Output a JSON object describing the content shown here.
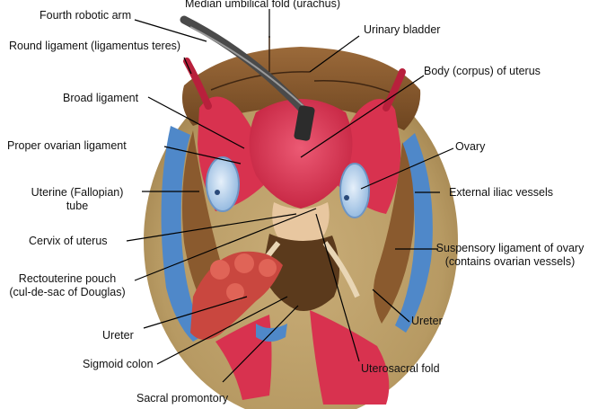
{
  "labels": {
    "median_umbilical_fold": "Median umbilical fold (urachus)",
    "fourth_robotic_arm": "Fourth robotic arm",
    "urinary_bladder": "Urinary bladder",
    "round_ligament": "Round ligament (ligamentus teres)",
    "body_of_uterus": "Body (corpus) of uterus",
    "broad_ligament": "Broad ligament",
    "proper_ovarian_ligament": "Proper ovarian ligament",
    "ovary": "Ovary",
    "uterine_tube_line1": "Uterine (Fallopian)",
    "uterine_tube_line2": "tube",
    "external_iliac_vessels": "External iliac vessels",
    "cervix_of_uterus": "Cervix of uterus",
    "suspensory_ligament_line1": "Suspensory ligament of ovary",
    "suspensory_ligament_line2": "(contains ovarian vessels)",
    "rectouterine_pouch_line1": "Rectouterine pouch",
    "rectouterine_pouch_line2": "(cul-de-sac of Douglas)",
    "ureter_left": "Ureter",
    "ureter_right": "Ureter",
    "sigmoid_colon": "Sigmoid colon",
    "uterosacral_fold": "Uterosacral fold",
    "sacral_promontory": "Sacral promontory"
  },
  "colors": {
    "background": "#ffffff",
    "skin_tan": "#b79a63",
    "peritoneum_brown": "#8a5a2e",
    "dark_brown": "#5b3a1c",
    "uterus_pink": "#d8324f",
    "deep_red": "#b8203c",
    "vessel_blue": "#4f88c9",
    "light_blue": "#a8c8e8",
    "colon_red": "#c9473f",
    "instrument_gray": "#4a4a4a",
    "leader_line": "#000000"
  }
}
